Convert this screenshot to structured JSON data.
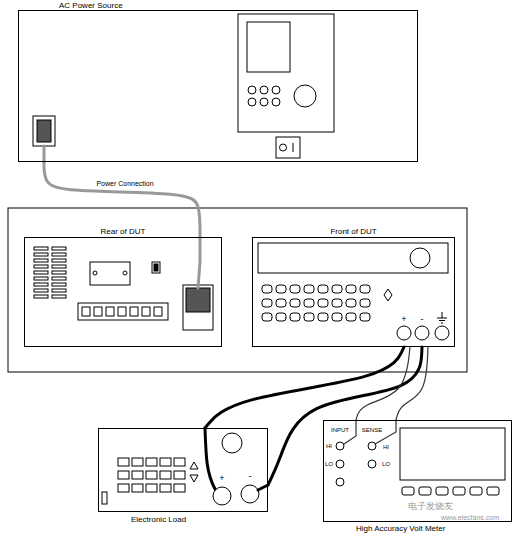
{
  "diagram": {
    "nodes": [
      {
        "text": [
          "AC Power Source"
        ]
      },
      {
        "text": [
          "Rear of DUT"
        ]
      },
      {
        "text": [
          "Front of DUT"
        ]
      },
      {
        "text": [
          "Electronic Load"
        ]
      },
      {
        "text": [
          "High Accuracy Volt Meter"
        ]
      }
    ],
    "edges": [
      {
        "from": 0,
        "to": 1,
        "arrow": "none",
        "label": "Power Connection"
      },
      {
        "from": 2,
        "to": 3,
        "arrow": "none"
      },
      {
        "from": 2,
        "to": 3,
        "arrow": "none"
      },
      {
        "from": 2,
        "to": 4,
        "arrow": "none"
      },
      {
        "from": 2,
        "to": 4,
        "arrow": "none"
      }
    ],
    "labels": [
      "+",
      "-",
      "+",
      "-",
      "INPUT",
      "SENSE",
      "HI",
      "LO",
      "HI",
      "LO",
      "电子发烧友",
      "www.elecfans.com"
    ]
  }
}
